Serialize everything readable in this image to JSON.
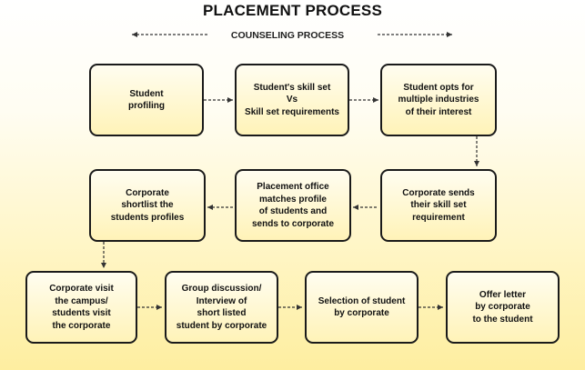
{
  "title": "PLACEMENT PROCESS",
  "subtitle": "COUNSELING PROCESS",
  "steps": [
    {
      "id": "s1",
      "label": "Student\nprofiling"
    },
    {
      "id": "s2",
      "label": "Student's skill set\nVs\nSkill set requirements"
    },
    {
      "id": "s3",
      "label": "Student opts for\nmultiple industries\nof their interest"
    },
    {
      "id": "s4",
      "label": "Corporate sends\ntheir skill set\nrequirement"
    },
    {
      "id": "s5",
      "label": "Placement office\nmatches profile\nof students and\nsends to corporate"
    },
    {
      "id": "s6",
      "label": "Corporate\nshortlist the\nstudents profiles"
    },
    {
      "id": "s7",
      "label": "Corporate visit\nthe campus/\nstudents visit\nthe corporate"
    },
    {
      "id": "s8",
      "label": "Group discussion/\nInterview of\nshort listed\nstudent by corporate"
    },
    {
      "id": "s9",
      "label": "Selection of student\nby corporate"
    },
    {
      "id": "s10",
      "label": "Offer letter\nby corporate\nto the student"
    }
  ],
  "colors": {
    "box_border": "#1a1a1a",
    "arrow": "#333333",
    "fill_light": "#fffdf0",
    "fill_dark": "#fff3b8"
  }
}
